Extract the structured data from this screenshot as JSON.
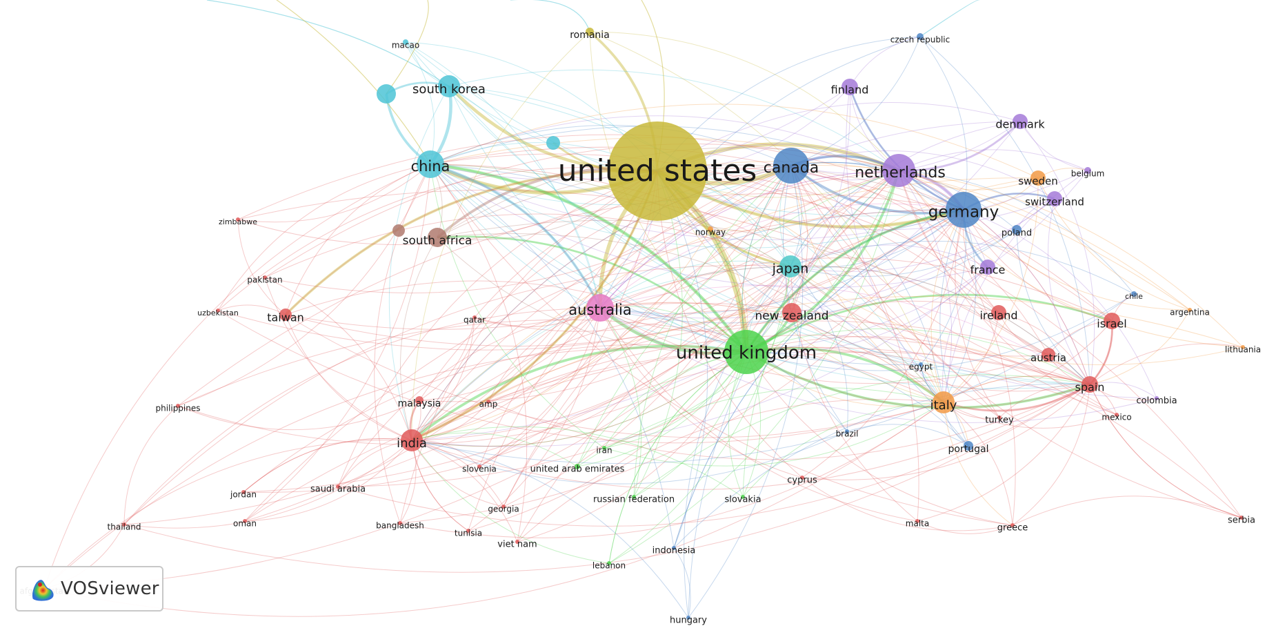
{
  "app": {
    "logo_text": "VOSviewer"
  },
  "colors": {
    "cluster_red": "#e05a5a",
    "cluster_green": "#4cd34c",
    "cluster_blue": "#4f86c6",
    "cluster_yellow": "#c8b93a",
    "cluster_purple": "#a57ad8",
    "cluster_cyan": "#4ec4d6",
    "cluster_orange": "#f29a45",
    "cluster_brown": "#b07a6e",
    "cluster_pink": "#e67ac4",
    "cluster_teal": "#4ec9c9"
  },
  "nodes": [
    {
      "id": "united states",
      "label": "united states",
      "cluster": "yellow",
      "weight": 10
    },
    {
      "id": "united kingdom",
      "label": "united kingdom",
      "cluster": "green",
      "weight": 7
    },
    {
      "id": "canada",
      "label": "canada",
      "cluster": "blue",
      "weight": 5
    },
    {
      "id": "netherlands",
      "label": "netherlands",
      "cluster": "purple",
      "weight": 5
    },
    {
      "id": "germany",
      "label": "germany",
      "cluster": "blue",
      "weight": 5
    },
    {
      "id": "china",
      "label": "china",
      "cluster": "cyan",
      "weight": 4
    },
    {
      "id": "south korea",
      "label": "south korea",
      "cluster": "cyan",
      "weight": 3
    },
    {
      "id": "australia",
      "label": "australia",
      "cluster": "pink",
      "weight": 4
    },
    {
      "id": "japan",
      "label": "japan",
      "cluster": "teal",
      "weight": 3
    },
    {
      "id": "south africa",
      "label": "south africa",
      "cluster": "brown",
      "weight": 3
    },
    {
      "id": "new zealand",
      "label": "new zealand",
      "cluster": "red",
      "weight": 2
    },
    {
      "id": "finland",
      "label": "finland",
      "cluster": "purple",
      "weight": 2
    },
    {
      "id": "denmark",
      "label": "denmark",
      "cluster": "purple",
      "weight": 2
    },
    {
      "id": "sweden",
      "label": "sweden",
      "cluster": "orange",
      "weight": 2
    },
    {
      "id": "switzerland",
      "label": "switzerland",
      "cluster": "purple",
      "weight": 2
    },
    {
      "id": "france",
      "label": "france",
      "cluster": "purple",
      "weight": 2
    },
    {
      "id": "italy",
      "label": "italy",
      "cluster": "orange",
      "weight": 3
    },
    {
      "id": "spain",
      "label": "spain",
      "cluster": "red",
      "weight": 2
    },
    {
      "id": "israel",
      "label": "israel",
      "cluster": "red",
      "weight": 2
    },
    {
      "id": "india",
      "label": "india",
      "cluster": "red",
      "weight": 3
    },
    {
      "id": "ireland",
      "label": "ireland",
      "cluster": "red",
      "weight": 2
    },
    {
      "id": "austria",
      "label": "austria",
      "cluster": "red",
      "weight": 2
    },
    {
      "id": "taiwan",
      "label": "taiwan",
      "cluster": "red",
      "weight": 2
    },
    {
      "id": "malaysia",
      "label": "malaysia",
      "cluster": "red",
      "weight": 1
    },
    {
      "id": "portugal",
      "label": "portugal",
      "cluster": "blue",
      "weight": 1
    },
    {
      "id": "poland",
      "label": "poland",
      "cluster": "blue",
      "weight": 1
    },
    {
      "id": "belgium",
      "label": "belgium",
      "cluster": "purple",
      "weight": 1
    },
    {
      "id": "czech republic",
      "label": "czech republic",
      "cluster": "blue",
      "weight": 1
    },
    {
      "id": "romania",
      "label": "romania",
      "cluster": "yellow",
      "weight": 1
    },
    {
      "id": "macao",
      "label": "macao",
      "cluster": "cyan",
      "weight": 1
    },
    {
      "id": "norway",
      "label": "norway",
      "cluster": "orange",
      "weight": 1
    },
    {
      "id": "zimbabwe",
      "label": "zimbabwe",
      "cluster": "red",
      "weight": 1
    },
    {
      "id": "pakistan",
      "label": "pakistan",
      "cluster": "red",
      "weight": 1
    },
    {
      "id": "uzbekistan",
      "label": "uzbekistan",
      "cluster": "red",
      "weight": 1
    },
    {
      "id": "qatar",
      "label": "qatar",
      "cluster": "red",
      "weight": 1
    },
    {
      "id": "philippines",
      "label": "philippines",
      "cluster": "red",
      "weight": 1
    },
    {
      "id": "amp",
      "label": "amp",
      "cluster": "red",
      "weight": 1
    },
    {
      "id": "iran",
      "label": "iran",
      "cluster": "green",
      "weight": 1
    },
    {
      "id": "slovenia",
      "label": "slovenia",
      "cluster": "red",
      "weight": 1
    },
    {
      "id": "united arab emirates",
      "label": "united arab emirates",
      "cluster": "green",
      "weight": 1
    },
    {
      "id": "saudi arabia",
      "label": "saudi arabia",
      "cluster": "red",
      "weight": 1
    },
    {
      "id": "jordan",
      "label": "jordan",
      "cluster": "red",
      "weight": 1
    },
    {
      "id": "oman",
      "label": "oman",
      "cluster": "red",
      "weight": 1
    },
    {
      "id": "georgia",
      "label": "georgia",
      "cluster": "red",
      "weight": 1
    },
    {
      "id": "bangladesh",
      "label": "bangladesh",
      "cluster": "red",
      "weight": 1
    },
    {
      "id": "tunisia",
      "label": "tunisia",
      "cluster": "red",
      "weight": 1
    },
    {
      "id": "viet nam",
      "label": "viet nam",
      "cluster": "red",
      "weight": 1
    },
    {
      "id": "thailand",
      "label": "thailand",
      "cluster": "red",
      "weight": 1
    },
    {
      "id": "afghanistan",
      "label": "afghanistan",
      "cluster": "red",
      "weight": 1
    },
    {
      "id": "russian federation",
      "label": "russian federation",
      "cluster": "green",
      "weight": 1
    },
    {
      "id": "slovakia",
      "label": "slovakia",
      "cluster": "green",
      "weight": 1
    },
    {
      "id": "cyprus",
      "label": "cyprus",
      "cluster": "red",
      "weight": 1
    },
    {
      "id": "lebanon",
      "label": "lebanon",
      "cluster": "green",
      "weight": 1
    },
    {
      "id": "indonesia",
      "label": "indonesia",
      "cluster": "blue",
      "weight": 1
    },
    {
      "id": "hungary",
      "label": "hungary",
      "cluster": "blue",
      "weight": 1
    },
    {
      "id": "egypt",
      "label": "egypt",
      "cluster": "blue",
      "weight": 1
    },
    {
      "id": "brazil",
      "label": "brazil",
      "cluster": "blue",
      "weight": 1
    },
    {
      "id": "turkey",
      "label": "turkey",
      "cluster": "red",
      "weight": 1
    },
    {
      "id": "malta",
      "label": "malta",
      "cluster": "red",
      "weight": 1
    },
    {
      "id": "greece",
      "label": "greece",
      "cluster": "red",
      "weight": 1
    },
    {
      "id": "serbia",
      "label": "serbia",
      "cluster": "red",
      "weight": 1
    },
    {
      "id": "mexico",
      "label": "mexico",
      "cluster": "red",
      "weight": 1
    },
    {
      "id": "colombia",
      "label": "colombia",
      "cluster": "purple",
      "weight": 1
    },
    {
      "id": "chile",
      "label": "chile",
      "cluster": "blue",
      "weight": 1
    },
    {
      "id": "argentina",
      "label": "argentina",
      "cluster": "orange",
      "weight": 1
    },
    {
      "id": "lithuania",
      "label": "lithuania",
      "cluster": "orange",
      "weight": 1
    }
  ],
  "unlabeled_nodes": [
    {
      "id": "unnamed-cyan-1",
      "cluster": "cyan"
    },
    {
      "id": "unnamed-cyan-2",
      "cluster": "cyan"
    },
    {
      "id": "unnamed-brown-1",
      "cluster": "brown"
    }
  ]
}
